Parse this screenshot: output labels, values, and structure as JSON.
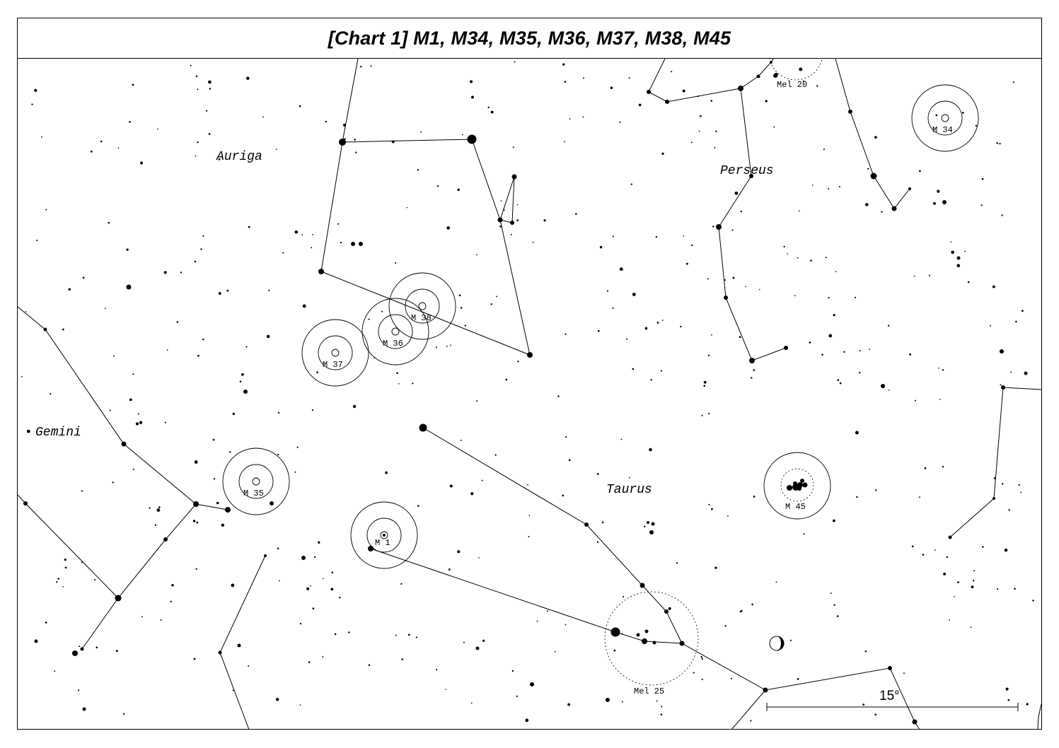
{
  "title": "[Chart 1] M1, M34, M35, M36, M37, M38, M45",
  "constellations": [
    "Auriga",
    "Perseus",
    "Gemini",
    "Taurus"
  ],
  "objects": [
    "M 1",
    "M 34",
    "M 35",
    "M 36",
    "M 37",
    "M 38",
    "M 45",
    "Mel 20",
    "Mel 25"
  ],
  "scale_label": "15°"
}
